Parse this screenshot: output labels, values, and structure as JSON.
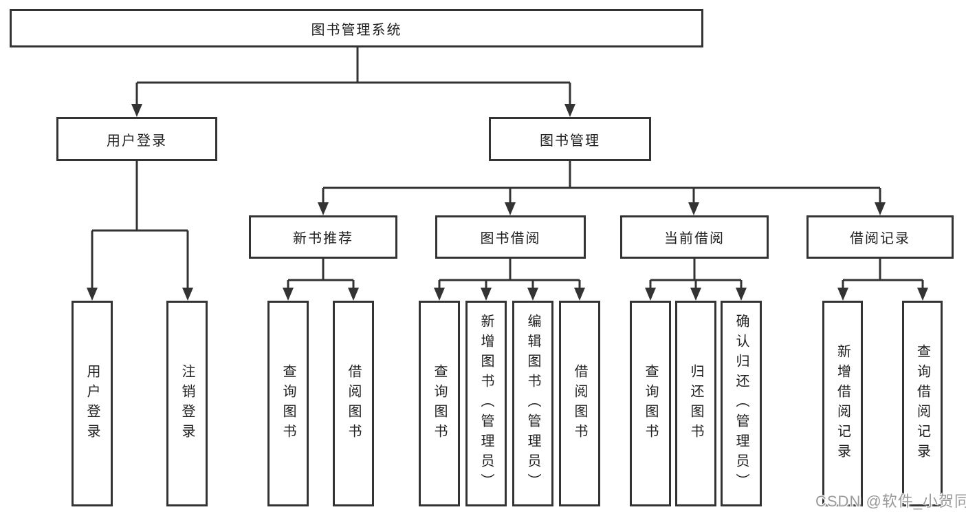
{
  "diagram": {
    "root_label": "图书管理系统",
    "level2": {
      "user_login": "用户登录",
      "book_management": "图书管理"
    },
    "level3": {
      "new_book_recommend": "新书推荐",
      "book_borrow": "图书借阅",
      "current_borrow": "当前借阅",
      "borrow_records": "借阅记录"
    },
    "leaves": {
      "user_login": [
        "用户登录",
        "注销登录"
      ],
      "new_book_recommend": [
        "查询图书",
        "借阅图书"
      ],
      "book_borrow": [
        "查询图书",
        "新增图书（管理员）",
        "编辑图书（管理员）",
        "借阅图书"
      ],
      "current_borrow": [
        "查询图书",
        "归还图书",
        "确认归还（管理员）"
      ],
      "borrow_records": [
        "新增借阅记录",
        "查询借阅记录"
      ]
    },
    "line_color": "#333333"
  },
  "watermark": {
    "text": "CSDN @软件_小贺同学"
  }
}
